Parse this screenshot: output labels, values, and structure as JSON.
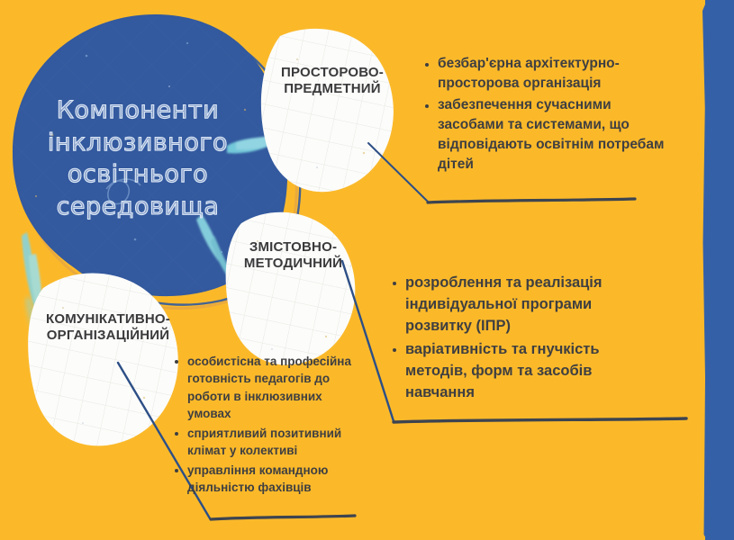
{
  "meta": {
    "language": "uk",
    "kind": "infographic-slide"
  },
  "colors": {
    "background": "#FBB92A",
    "blue_blob": "#33599E",
    "blue_strip": "#3460A8",
    "circle_fill": "#FCFCFA",
    "text_dark": "#3F3F41",
    "title_outline": "#DCE8F7",
    "teal_brush": "#7FD4DE",
    "connector_line": "#2D4F86",
    "underline": "#3D4450"
  },
  "title": {
    "lines": [
      "Компоненти",
      "інклюзивного",
      "освітнього",
      "середовища"
    ]
  },
  "nodes": [
    {
      "id": "prostorovo-predmetnyi",
      "label_lines": [
        "ПРОСТОРОВО-",
        "ПРЕДМЕТНИЙ"
      ],
      "bullets": [
        "безбар'єрна архітектурно-просторова організація",
        "забезпечення сучасними засобами та системами, що відповідають освітнім потребам дітей"
      ]
    },
    {
      "id": "zmistovno-metodychnyi",
      "label_lines": [
        "ЗМІСТОВНО-",
        "МЕТОДИЧНИЙ"
      ],
      "bullets": [
        "розроблення та реалізація індивідуальної програми розвитку (ІПР)",
        "варіативність та гнучкість методів, форм та засобів навчання"
      ]
    },
    {
      "id": "komunikatyvno-orhanizatsiinyi",
      "label_lines": [
        "КОМУНІКАТИВНО-",
        "ОРГАНІЗАЦІЙНИЙ"
      ],
      "bullets": [
        "особистісна та професійна готовність педагогів до роботи в інклюзивних умовах",
        "сприятливий позитивний клімат у колективі",
        "управління командною діяльністю фахівців"
      ]
    }
  ]
}
